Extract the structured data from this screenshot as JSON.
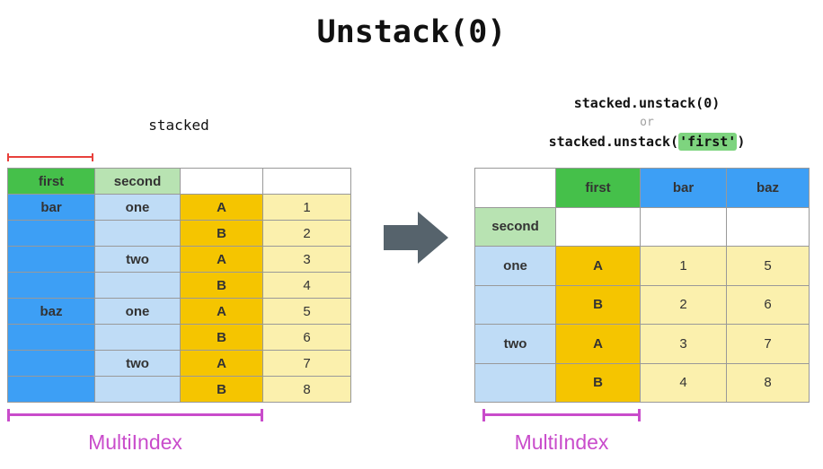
{
  "title": "Unstack(0)",
  "left": {
    "label": "stacked",
    "multiindex_label": "MultiIndex",
    "table": {
      "header": [
        "first",
        "second",
        "",
        ""
      ],
      "rows": [
        [
          "bar",
          "one",
          "A",
          "1"
        ],
        [
          "",
          "",
          "B",
          "2"
        ],
        [
          "",
          "two",
          "A",
          "3"
        ],
        [
          "",
          "",
          "B",
          "4"
        ],
        [
          "baz",
          "one",
          "A",
          "5"
        ],
        [
          "",
          "",
          "B",
          "6"
        ],
        [
          "",
          "two",
          "A",
          "7"
        ],
        [
          "",
          "",
          "B",
          "8"
        ]
      ]
    }
  },
  "right": {
    "code_line1": "stacked.unstack(0)",
    "code_or": "or",
    "code_line2_prefix": "stacked.unstack(",
    "code_line2_highlight": "'first'",
    "code_line2_suffix": ")",
    "multiindex_label": "MultiIndex",
    "table": {
      "header": [
        "",
        "first",
        "bar",
        "baz"
      ],
      "second_row": [
        "second",
        "",
        "",
        ""
      ],
      "rows": [
        [
          "one",
          "A",
          "1",
          "5"
        ],
        [
          "",
          "B",
          "2",
          "6"
        ],
        [
          "two",
          "A",
          "3",
          "7"
        ],
        [
          "",
          "B",
          "4",
          "8"
        ]
      ]
    }
  },
  "colors": {
    "green": "#45c04a",
    "light_green": "#b8e3b2",
    "blue": "#3d9ff5",
    "light_blue": "#bfdcf6",
    "gold": "#f5c500",
    "light_yellow": "#fbf0ad",
    "magenta": "#c94ccb",
    "red": "#e8413c",
    "arrow_gray": "#56636c",
    "highlight_green": "#7ed47f",
    "border_gray": "#999999"
  }
}
